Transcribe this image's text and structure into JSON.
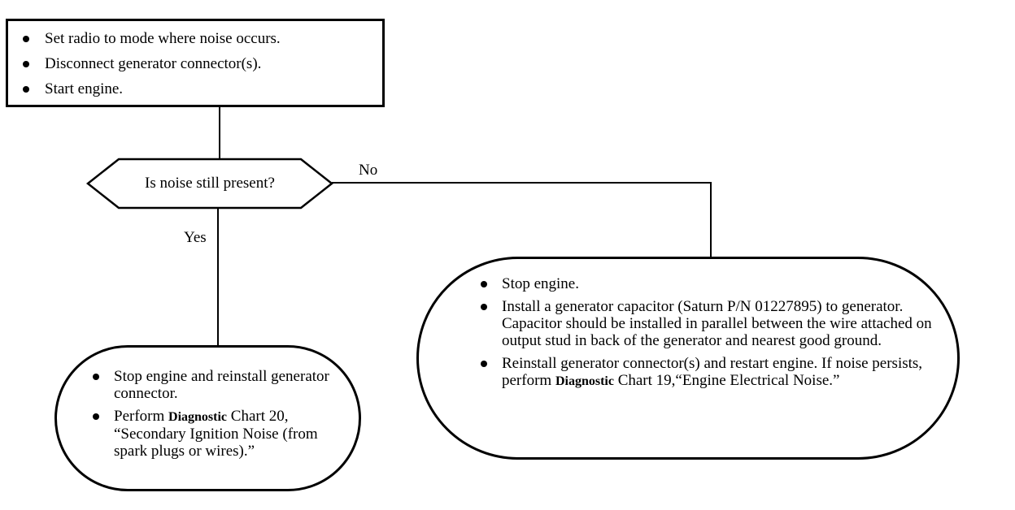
{
  "start_box": {
    "steps": [
      "Set radio to mode where noise occurs.",
      "Disconnect generator connector(s).",
      "Start engine."
    ]
  },
  "decision": {
    "question": "Is noise still present?",
    "no_label": "No",
    "yes_label": "Yes"
  },
  "yes_outcome": {
    "item1": "Stop engine and reinstall generator connector.",
    "item2_prefix": "Perform ",
    "item2_emph": "Diagnostic",
    "item2_suffix": " Chart 20, “Secondary Ignition Noise (from spark plugs or wires).”"
  },
  "no_outcome": {
    "item1": "Stop engine.",
    "item2": "Install a generator capacitor (Saturn P/N 01227895) to generator. Capacitor should be installed in parallel between the wire attached on output stud in back of the generator and nearest good ground.",
    "item3_prefix": "Reinstall generator connector(s) and restart engine. If noise persists, perform ",
    "item3_emph": "Diagnostic",
    "item3_suffix": " Chart 19,“Engine Electrical Noise.”"
  }
}
